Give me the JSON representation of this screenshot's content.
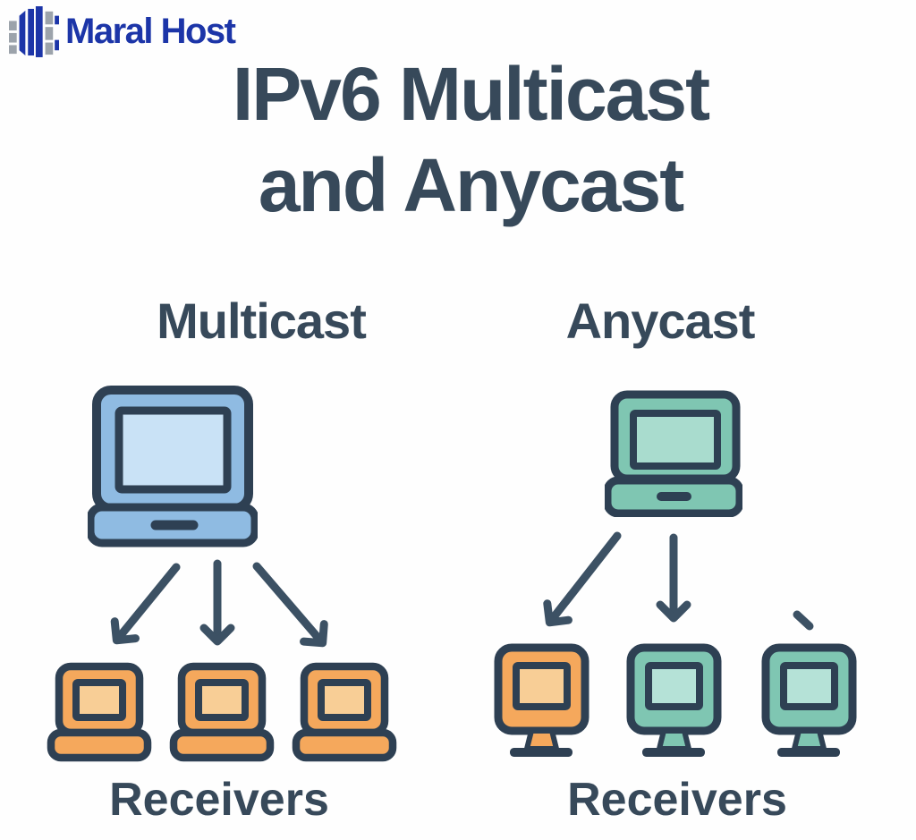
{
  "brand": {
    "name": "Maral Host"
  },
  "title": {
    "line1": "IPv6 Multicast",
    "line2": "and Anycast"
  },
  "colors": {
    "bg": "#FEFEFE",
    "ink": "#37495A",
    "outline": "#2E4053",
    "arrow": "#3C5164",
    "brand-blue": "#1C35A8",
    "brand-gray": "#9CA3AB",
    "laptop-blue": "#8FBBE2",
    "laptop-blue-screen": "#C9E2F6",
    "teal": "#7FC6B2",
    "teal-screen": "#A9DCCE",
    "teal-monitor-screen": "#B5E2D7",
    "orange": "#F5A85C",
    "orange-screen": "#F8CE96"
  },
  "multicast": {
    "heading": "Multicast",
    "sender_icon": "laptop-computer-icon",
    "arrows": [
      "arrow-down-left",
      "arrow-down",
      "arrow-down-right"
    ],
    "receiver_icons": [
      "laptop-computer-icon",
      "laptop-computer-icon",
      "laptop-computer-icon"
    ],
    "receivers_label": "Receivers"
  },
  "anycast": {
    "heading": "Anycast",
    "sender_icon": "laptop-computer-icon",
    "arrows": [
      "arrow-down-left",
      "arrow-down",
      "arrow-stub"
    ],
    "receiver_icons": [
      "monitor-icon-orange",
      "monitor-icon-teal",
      "monitor-icon-teal"
    ],
    "receivers_label": "Receivers"
  }
}
